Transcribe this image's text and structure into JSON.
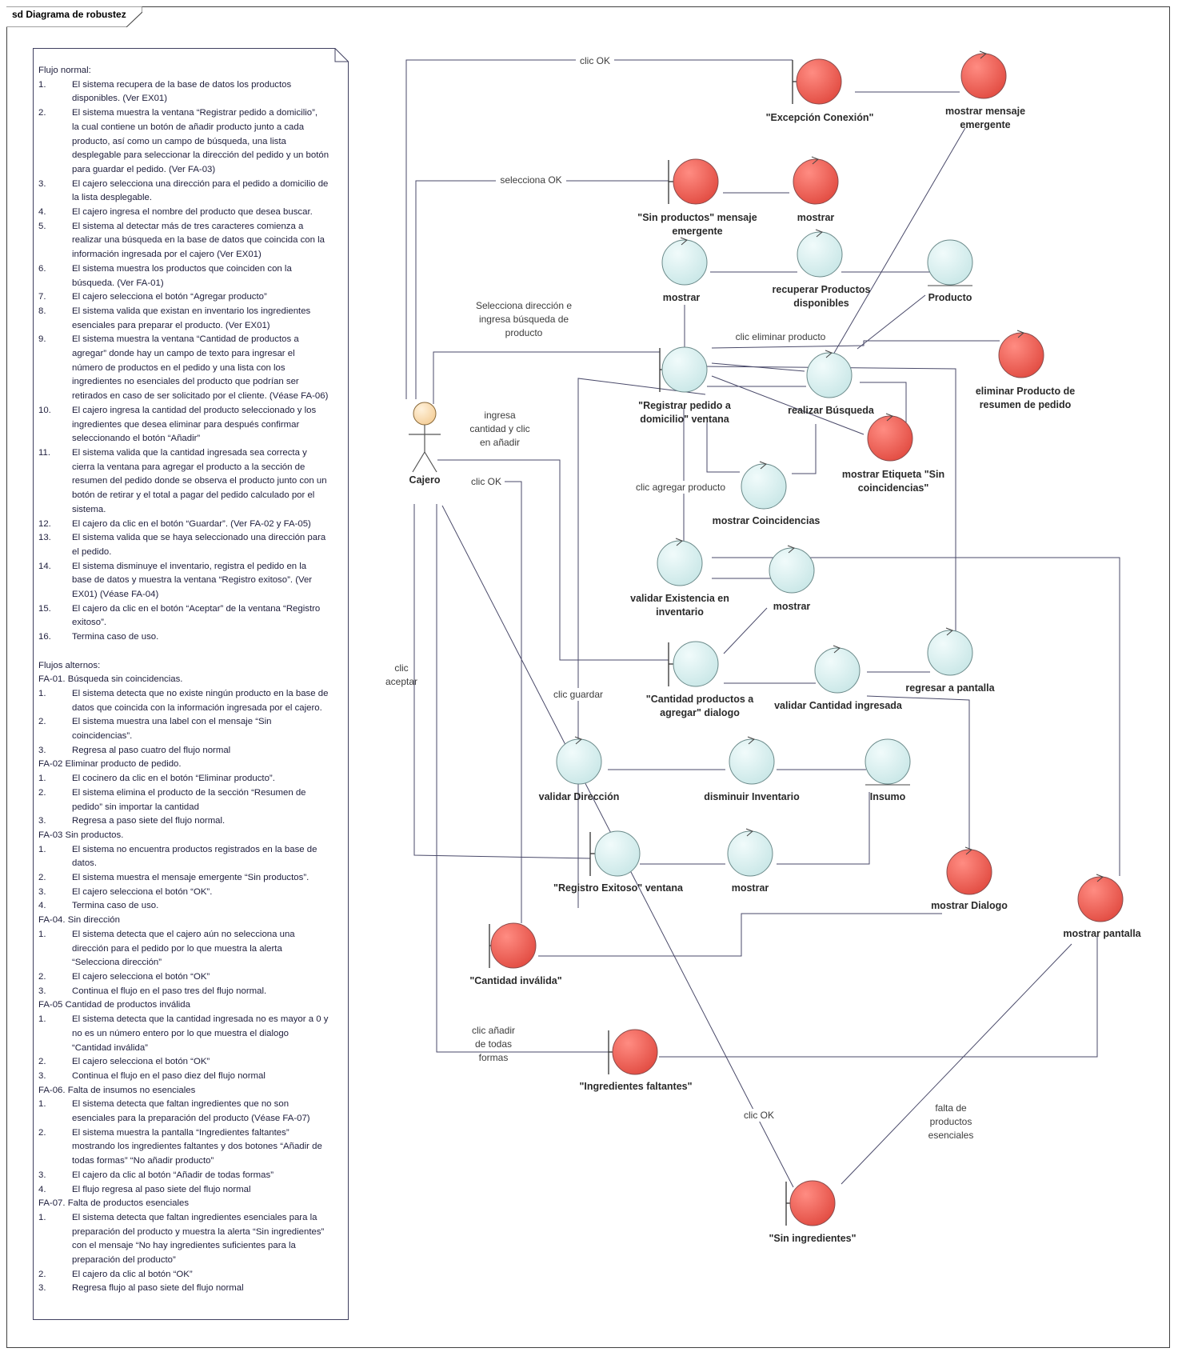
{
  "frame": {
    "title": "sd Diagrama de robustez"
  },
  "note": {
    "lines": [
      [
        "",
        "Flujo normal:"
      ],
      [
        "1.",
        "El sistema recupera de la base de datos los productos"
      ],
      [
        "",
        "disponibles. (Ver EX01)"
      ],
      [
        "2.",
        "El sistema muestra la ventana “Registrar pedido a domicilio”,"
      ],
      [
        "",
        "la cual contiene un botón de añadir producto junto a cada"
      ],
      [
        "",
        "producto, así como un campo de búsqueda, una lista"
      ],
      [
        "",
        "desplegable para seleccionar la dirección del pedido y un botón"
      ],
      [
        "",
        "para guardar el pedido. (Ver FA-03)"
      ],
      [
        "3.",
        "El cajero selecciona una dirección para el pedido a domicilio de"
      ],
      [
        "",
        "la lista desplegable."
      ],
      [
        "4.",
        "El cajero ingresa el nombre del producto que desea buscar."
      ],
      [
        "5.",
        "El sistema al detectar más de tres caracteres comienza a"
      ],
      [
        "",
        "realizar una búsqueda en la base de datos que coincida con la"
      ],
      [
        "",
        "información ingresada por el cajero (Ver EX01)"
      ],
      [
        "6.",
        "El sistema muestra los productos que coinciden con la"
      ],
      [
        "",
        "búsqueda. (Ver FA-01)"
      ],
      [
        "7.",
        "El cajero selecciona el botón “Agregar producto”"
      ],
      [
        "8.",
        "El sistema valida que existan en inventario los ingredientes"
      ],
      [
        "",
        "esenciales para preparar el producto. (Ver EX01)"
      ],
      [
        "9.",
        "El sistema muestra la ventana “Cantidad de productos a"
      ],
      [
        "",
        "agregar” donde hay un campo de texto para ingresar el"
      ],
      [
        "",
        "número de productos en el pedido y una lista con los"
      ],
      [
        "",
        "ingredientes no esenciales del producto que podrían ser"
      ],
      [
        "",
        "retirados en caso de ser solicitado por el cliente. (Véase FA-06)"
      ],
      [
        "10.",
        "El cajero ingresa la cantidad del producto seleccionado y los"
      ],
      [
        "",
        "ingredientes que desea eliminar para después confirmar"
      ],
      [
        "",
        "seleccionando el botón “Añadir”"
      ],
      [
        "11.",
        "El sistema valida que la cantidad ingresada sea correcta y"
      ],
      [
        "",
        "cierra la ventana para agregar el producto a la sección de"
      ],
      [
        "",
        "resumen del pedido donde se observa el producto junto con un"
      ],
      [
        "",
        "botón de retirar y el total a pagar del pedido calculado por el"
      ],
      [
        "",
        "sistema."
      ],
      [
        "12.",
        "El cajero da clic en el botón “Guardar”. (Ver FA-02 y FA-05)"
      ],
      [
        "13.",
        "El sistema valida que se haya seleccionado una dirección para"
      ],
      [
        "",
        "el pedido."
      ],
      [
        "14.",
        "El sistema disminuye el inventario, registra el pedido en la"
      ],
      [
        "",
        "base de datos y muestra la ventana “Registro exitoso”. (Ver"
      ],
      [
        "",
        "EX01) (Véase FA-04)"
      ],
      [
        "15.",
        "El cajero da clic en el botón “Aceptar” de la ventana “Registro"
      ],
      [
        "",
        "exitoso”."
      ],
      [
        "16.",
        "Termina caso de uso."
      ],
      [
        "",
        ""
      ],
      [
        "",
        "Flujos alternos:"
      ],
      [
        "",
        "FA-01. Búsqueda sin coincidencias."
      ],
      [
        "1.",
        "El sistema detecta que no existe ningún producto en la base de"
      ],
      [
        "",
        "datos que coincida con la información ingresada por el cajero."
      ],
      [
        "2.",
        "El sistema muestra una label con el mensaje “Sin"
      ],
      [
        "",
        "coincidencias”."
      ],
      [
        "3.",
        "Regresa al paso cuatro del flujo normal"
      ],
      [
        "",
        "FA-02 Eliminar producto de pedido."
      ],
      [
        "1.",
        "El cocinero da clic en el botón “Eliminar producto”."
      ],
      [
        "2.",
        "El sistema elimina el producto de la sección “Resumen de"
      ],
      [
        "",
        "pedido” sin importar la cantidad"
      ],
      [
        "3.",
        "Regresa a paso siete del flujo normal."
      ],
      [
        "",
        "FA-03 Sin productos."
      ],
      [
        "1.",
        "El sistema no encuentra productos registrados en la base de"
      ],
      [
        "",
        "datos."
      ],
      [
        "2.",
        "El sistema muestra el mensaje emergente “Sin productos”."
      ],
      [
        "3.",
        "El cajero selecciona el botón “OK”."
      ],
      [
        "4.",
        "Termina caso de uso."
      ],
      [
        "",
        "FA-04. Sin dirección"
      ],
      [
        "1.",
        "El sistema detecta que el cajero aún no selecciona una"
      ],
      [
        "",
        "dirección para el pedido por lo que muestra la alerta"
      ],
      [
        "",
        "“Selecciona dirección”"
      ],
      [
        "2.",
        "El cajero selecciona el botón “OK”"
      ],
      [
        "3.",
        "Continua el flujo en el paso tres del flujo normal."
      ],
      [
        "",
        "FA-05 Cantidad de productos inválida"
      ],
      [
        "1.",
        "El sistema detecta que la cantidad ingresada no es mayor a 0 y"
      ],
      [
        "",
        "no es un número entero por lo que muestra el dialogo"
      ],
      [
        "",
        "“Cantidad inválida”"
      ],
      [
        "2.",
        "El cajero selecciona el botón “OK”"
      ],
      [
        "3.",
        "Continua el flujo en el paso diez del flujo normal"
      ],
      [
        "",
        "FA-06. Falta de insumos no esenciales"
      ],
      [
        "1.",
        "El sistema detecta que faltan ingredientes que no son"
      ],
      [
        "",
        "esenciales para la preparación del producto (Véase FA-07)"
      ],
      [
        "2.",
        "El sistema muestra la pantalla “Ingredientes faltantes”"
      ],
      [
        "",
        "mostrando los ingredientes faltantes y dos botones “Añadir de"
      ],
      [
        "",
        "todas formas” “No añadir producto”"
      ],
      [
        "3.",
        "El cajero da clic al botón “Añadir de todas formas”"
      ],
      [
        "4.",
        "El flujo regresa al paso siete del flujo normal"
      ],
      [
        "",
        "FA-07. Falta de productos esenciales"
      ],
      [
        "1.",
        "El sistema detecta que faltan ingredientes esenciales para la"
      ],
      [
        "",
        "preparación del producto y muestra la alerta “Sin ingredientes”"
      ],
      [
        "",
        "con el mensaje “No hay ingredientes suficientes para la"
      ],
      [
        "",
        "preparación del producto”"
      ],
      [
        "2.",
        "El cajero da clic al botón “OK”"
      ],
      [
        "3.",
        "Regresa flujo al paso siete del flujo normal"
      ]
    ]
  },
  "actor": {
    "name": "Cajero"
  },
  "nodes": {
    "excepcion_conexion": [
      "\"Excepción Conexión\""
    ],
    "mostrar_mensaje_emergente": [
      "mostrar mensaje",
      "emergente"
    ],
    "sin_productos": [
      "\"Sin productos\" mensaje",
      "emergente"
    ],
    "mostrar_1": [
      "mostrar"
    ],
    "mostrar_2": [
      "mostrar"
    ],
    "recuperar_productos": [
      "recuperar Productos",
      "disponibles"
    ],
    "producto": [
      "Producto"
    ],
    "registrar_pedido": [
      "\"Registrar pedido a",
      "domicilio\" ventana"
    ],
    "realizar_busqueda": [
      "realizar Búsqueda"
    ],
    "eliminar_producto": [
      "eliminar Producto de",
      "resumen de pedido"
    ],
    "mostrar_etiqueta": [
      "mostrar Etiqueta \"Sin",
      "coincidencias\""
    ],
    "mostrar_coincidencias": [
      "mostrar Coincidencias"
    ],
    "validar_existencia": [
      "validar Existencia en",
      "inventario"
    ],
    "mostrar_3": [
      "mostrar"
    ],
    "cantidad_productos": [
      "\"Cantidad productos a",
      "agregar\" dialogo"
    ],
    "validar_cantidad": [
      "validar Cantidad ingresada"
    ],
    "regresar_pantalla": [
      "regresar a pantalla"
    ],
    "validar_direccion": [
      "validar Dirección"
    ],
    "disminuir_inventario": [
      "disminuir Inventario"
    ],
    "insumo": [
      "Insumo"
    ],
    "registro_exitoso": [
      "\"Registro Exitoso\" ventana"
    ],
    "mostrar_4": [
      "mostrar"
    ],
    "mostrar_dialogo": [
      "mostrar Dialogo"
    ],
    "mostrar_pantalla": [
      "mostrar pantalla"
    ],
    "cantidad_invalida": [
      "\"Cantidad inválida\""
    ],
    "ingredientes_faltantes": [
      "\"Ingredientes faltantes\""
    ],
    "sin_ingredientes": [
      "\"Sin ingredientes\""
    ]
  },
  "edge_labels": {
    "clic_ok_top": [
      "clic OK"
    ],
    "selecciona_ok": [
      "selecciona OK"
    ],
    "selecciona_direccion": [
      "Selecciona dirección e",
      "ingresa búsqueda de",
      "producto"
    ],
    "clic_eliminar_producto": [
      "clic eliminar producto"
    ],
    "ingresa_cantidad": [
      "ingresa",
      "cantidad y clic",
      "en añadir"
    ],
    "clic_ok_mid": [
      "clic OK"
    ],
    "clic_agregar_producto": [
      "clic agregar producto"
    ],
    "clic_aceptar": [
      "clic",
      "aceptar"
    ],
    "clic_guardar": [
      "clic guardar"
    ],
    "clic_anadir": [
      "clic añadir",
      "de todas",
      "formas"
    ],
    "clic_ok_bottom": [
      "clic OK"
    ],
    "falta_productos": [
      "falta de",
      "productos",
      "esenciales"
    ]
  },
  "colors": {
    "boundary_red": "#e8463c",
    "control_cyan": "#cde9e9",
    "actor": "#f6d5a3"
  }
}
